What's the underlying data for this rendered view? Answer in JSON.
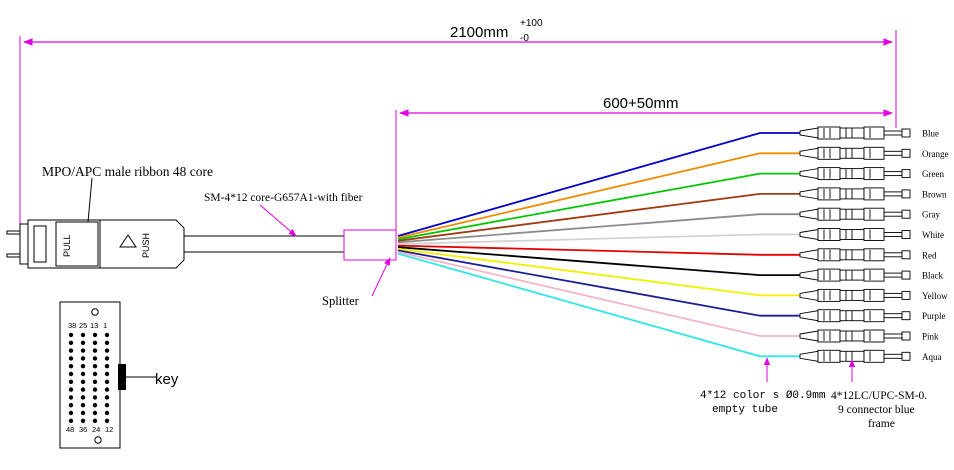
{
  "dimensions": {
    "total_length": "2100mm",
    "total_tol_plus": "+100",
    "total_tol_minus": "-0",
    "fanout_length": "600+50mm"
  },
  "labels": {
    "mpo_connector": "MPO/APC male ribbon 48 core",
    "cable": "SM-4*12 core-G657A1-with fiber",
    "splitter": "Splitter",
    "pull": "PULL",
    "push": "PUSH",
    "key": "key",
    "tube_line1": "4*12 color s Ø0.9mm",
    "tube_line2": "empty tube",
    "lc_line1": "4*12LC/UPC-SM-0.",
    "lc_line2": "9 connector blue",
    "lc_line3": "frame"
  },
  "mpo_face": {
    "top_numbers": [
      "38",
      "25",
      "13",
      "1"
    ],
    "bottom_numbers": [
      "48",
      "36",
      "24",
      "12"
    ]
  },
  "fibers": [
    {
      "name": "Blue",
      "color": "#0000c8"
    },
    {
      "name": "Orange",
      "color": "#f08c00"
    },
    {
      "name": "Green",
      "color": "#00c800"
    },
    {
      "name": "Brown",
      "color": "#a03c14"
    },
    {
      "name": "Gray",
      "color": "#8c8c8c"
    },
    {
      "name": "White",
      "color": "#d2d2d2"
    },
    {
      "name": "Red",
      "color": "#e60000"
    },
    {
      "name": "Black",
      "color": "#000000"
    },
    {
      "name": "Yellow",
      "color": "#f0f000"
    },
    {
      "name": "Purple",
      "color": "#1e1e96"
    },
    {
      "name": "Pink",
      "color": "#f5b4c8"
    },
    {
      "name": "Aqua",
      "color": "#32e6e6"
    }
  ],
  "colors": {
    "dimension": "#e000e0",
    "outline": "#000000"
  }
}
